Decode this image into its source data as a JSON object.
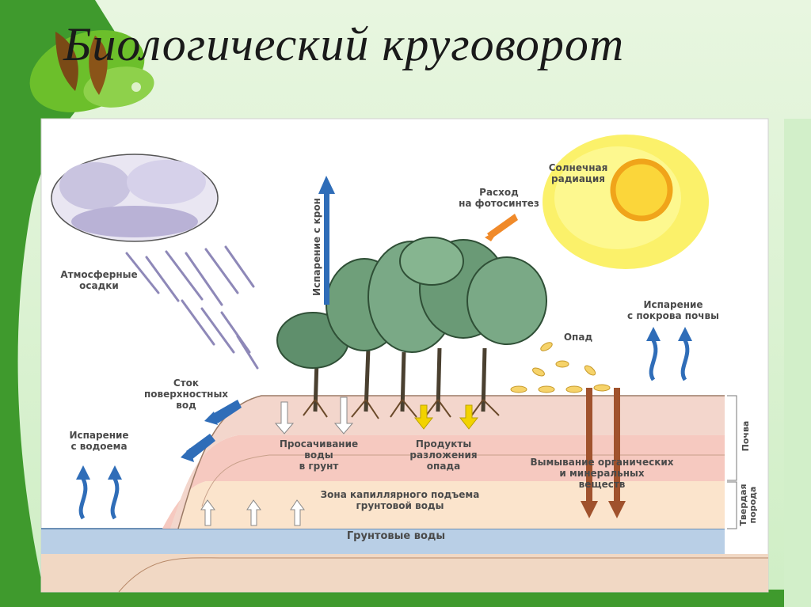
{
  "title": "Биологический круговорот",
  "labels": {
    "solar": "Солнечная\nрадиация",
    "photosynthesis": "Расход\nна фотосинтез",
    "crown_evaporation": "Испарение с крон",
    "precipitation": "Атмосферные\nосадки",
    "soil_evaporation": "Испарение\nс покрова почвы",
    "litter": "Опад",
    "runoff": "Сток\nповерхностных\nвод",
    "water_evaporation": "Испарение\nс водоема",
    "seepage": "Просачивание\nводы\nв грунт",
    "decomposition": "Продукты\nразложения\nопада",
    "leaching": "Вымывание органических\nи минеральных\nвеществ",
    "capillary": "Зона капиллярного подъема\nгрунтовой воды",
    "groundwater": "Грунтовые воды",
    "soil": "Почва",
    "bedrock": "Твердая\nпорода"
  },
  "colors": {
    "sky_bg": "#ffffff",
    "soil_top": "#f3d6cc",
    "soil_mid": "#f6c9c0",
    "capillary": "#fbe4cc",
    "groundwater": "#b9cfe6",
    "bedrock": "#f1d8c4",
    "blue_arrow": "#2f6db8",
    "brown_arrow": "#a0522d",
    "orange_arrow": "#f08a2a",
    "yellow_arrow": "#f2d300"
  }
}
